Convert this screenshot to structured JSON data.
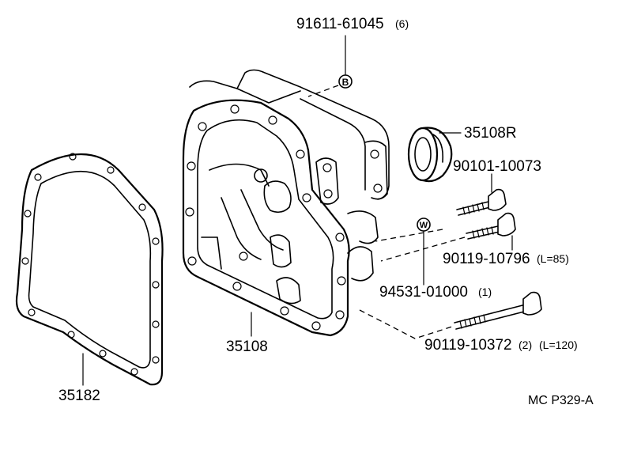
{
  "diagram": {
    "reference_code": "MC P329-A",
    "parts": [
      {
        "id": "p1",
        "number": "91611-61045",
        "qty": "(6)"
      },
      {
        "id": "p2",
        "number": "35108R"
      },
      {
        "id": "p3",
        "number": "90101-10073"
      },
      {
        "id": "p4",
        "number": "90119-10796",
        "note": "(L=85)"
      },
      {
        "id": "p5",
        "number": "94531-01000",
        "qty": "(1)"
      },
      {
        "id": "p6",
        "number": "90119-10372",
        "qty": "(2)",
        "note": "(L=120)"
      },
      {
        "id": "p7",
        "number": "35108"
      },
      {
        "id": "p8",
        "number": "35182"
      }
    ],
    "markers": {
      "bolt_marker": "B",
      "washer_marker": "W"
    }
  }
}
